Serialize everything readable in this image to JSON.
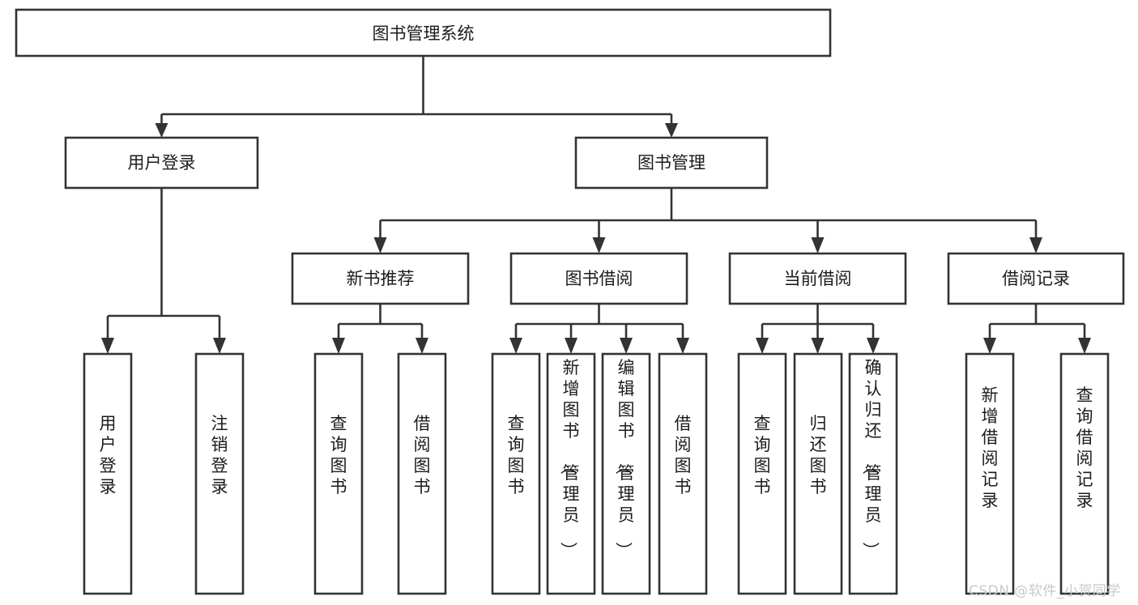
{
  "diagram": {
    "title": "图书管理系统",
    "type": "tree-hierarchy-diagram",
    "colors": {
      "stroke": "#333333",
      "fill": "#ffffff",
      "text": "#1c1c1c",
      "watermark": "#c9c9c9"
    },
    "root": {
      "label": "图书管理系统"
    },
    "level2": [
      {
        "label": "用户登录"
      },
      {
        "label": "图书管理"
      }
    ],
    "level3": [
      {
        "label": "新书推荐"
      },
      {
        "label": "图书借阅"
      },
      {
        "label": "当前借阅"
      },
      {
        "label": "借阅记录"
      }
    ],
    "leaves": {
      "user_login": [
        {
          "label": "用户登录"
        },
        {
          "label": "注销登录"
        }
      ],
      "new_book_recommend": [
        {
          "label": "查询图书"
        },
        {
          "label": "借阅图书"
        }
      ],
      "book_borrow": [
        {
          "label": "查询图书"
        },
        {
          "label": "新增图书（管理员）"
        },
        {
          "label": "编辑图书（管理员）"
        },
        {
          "label": "借阅图书"
        }
      ],
      "current_borrow": [
        {
          "label": "查询图书"
        },
        {
          "label": "归还图书"
        },
        {
          "label": "确认归还（管理员）"
        }
      ],
      "borrow_record": [
        {
          "label": "新增借阅记录"
        },
        {
          "label": "查询借阅记录"
        }
      ]
    }
  },
  "watermark": {
    "text": "CSDN @软件_小贺同学"
  }
}
